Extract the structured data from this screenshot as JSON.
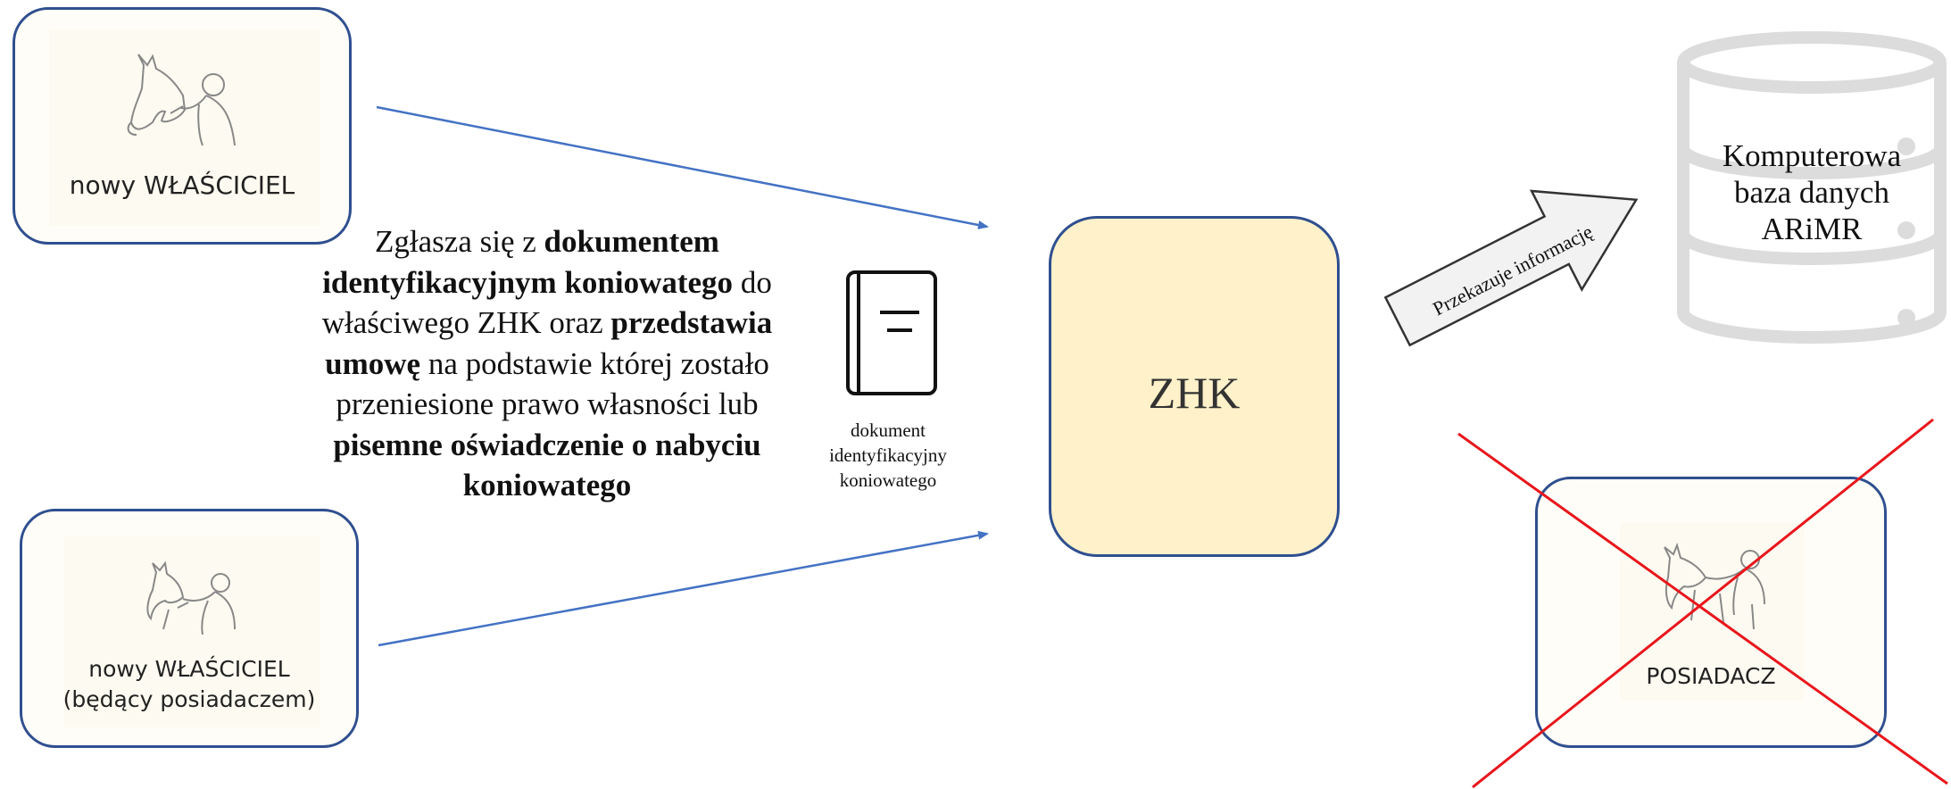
{
  "owner_card": {
    "label": "nowy WŁAŚCICIEL",
    "icon": "horse-and-person-icon"
  },
  "owner_holder_card": {
    "label_line1": "nowy WŁAŚCICIEL",
    "label_line2": "(będący posiadaczem)",
    "icon": "horse-and-person-icon"
  },
  "main_text": {
    "part1": "Zgłasza się z ",
    "part2_bold": "dokumentem identyfikacyjnym koniowatego",
    "part3": " do właściwego ZHK oraz ",
    "part4_bold": "przedstawia umowę",
    "part5": " na podstawie której zostało przeniesione prawo własności lub ",
    "part6_bold": "pisemne oświadczenie o nabyciu koniowatego"
  },
  "document": {
    "icon": "document-icon",
    "caption_line1": "dokument",
    "caption_line2": "identyfikacyjny",
    "caption_line3": "koniowatego"
  },
  "zhk": {
    "label": "ZHK"
  },
  "transfer_arrow": {
    "label": "Przekazuje informację"
  },
  "database": {
    "icon": "database-icon",
    "label_line1": "Komputerowa",
    "label_line2": "baza danych",
    "label_line3": "ARiMR"
  },
  "holder_card": {
    "label": "POSIADACZ",
    "icon": "horse-and-person-icon",
    "crossed_out": true
  },
  "colors": {
    "card_border": "#2f4f8f",
    "flow_arrow": "#4472c4",
    "zhk_fill": "#fff1c9",
    "cross": "#e8161b",
    "database_outline": "#d9d9d9",
    "transfer_arrow_fill": "#f2f2f2"
  }
}
